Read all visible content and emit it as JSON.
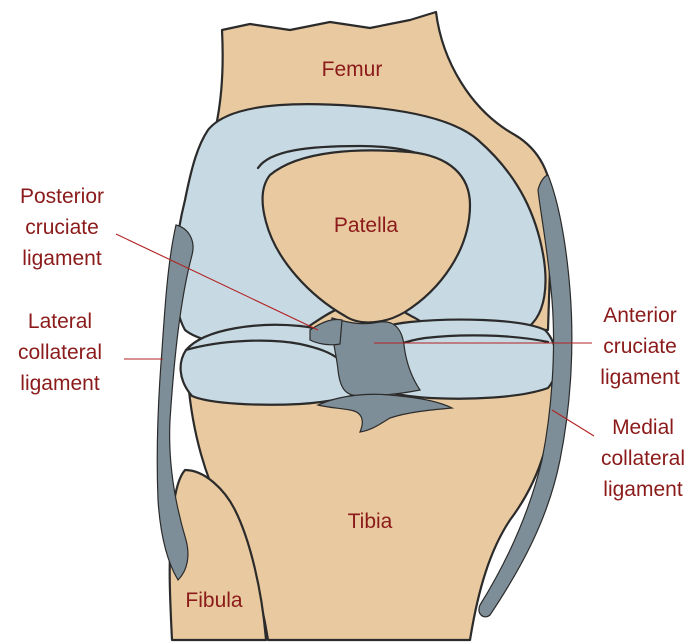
{
  "colors": {
    "bone": "#e9c99f",
    "cartilage": "#c7d9e2",
    "ligament": "#7d8e98",
    "outline": "#2b2b2b",
    "label": "#8b1a1a",
    "leader": "#b22222"
  },
  "labels": {
    "femur": "Femur",
    "patella": "Patella",
    "tibia": "Tibia",
    "fibula": "Fibula",
    "posterior_cruciate": [
      "Posterior",
      "cruciate",
      "ligament"
    ],
    "lateral_collateral": [
      "Lateral",
      "collateral",
      "ligament"
    ],
    "anterior_cruciate": [
      "Anterior",
      "cruciate",
      "ligament"
    ],
    "medial_collateral": [
      "Medial",
      "collateral",
      "ligament"
    ]
  }
}
